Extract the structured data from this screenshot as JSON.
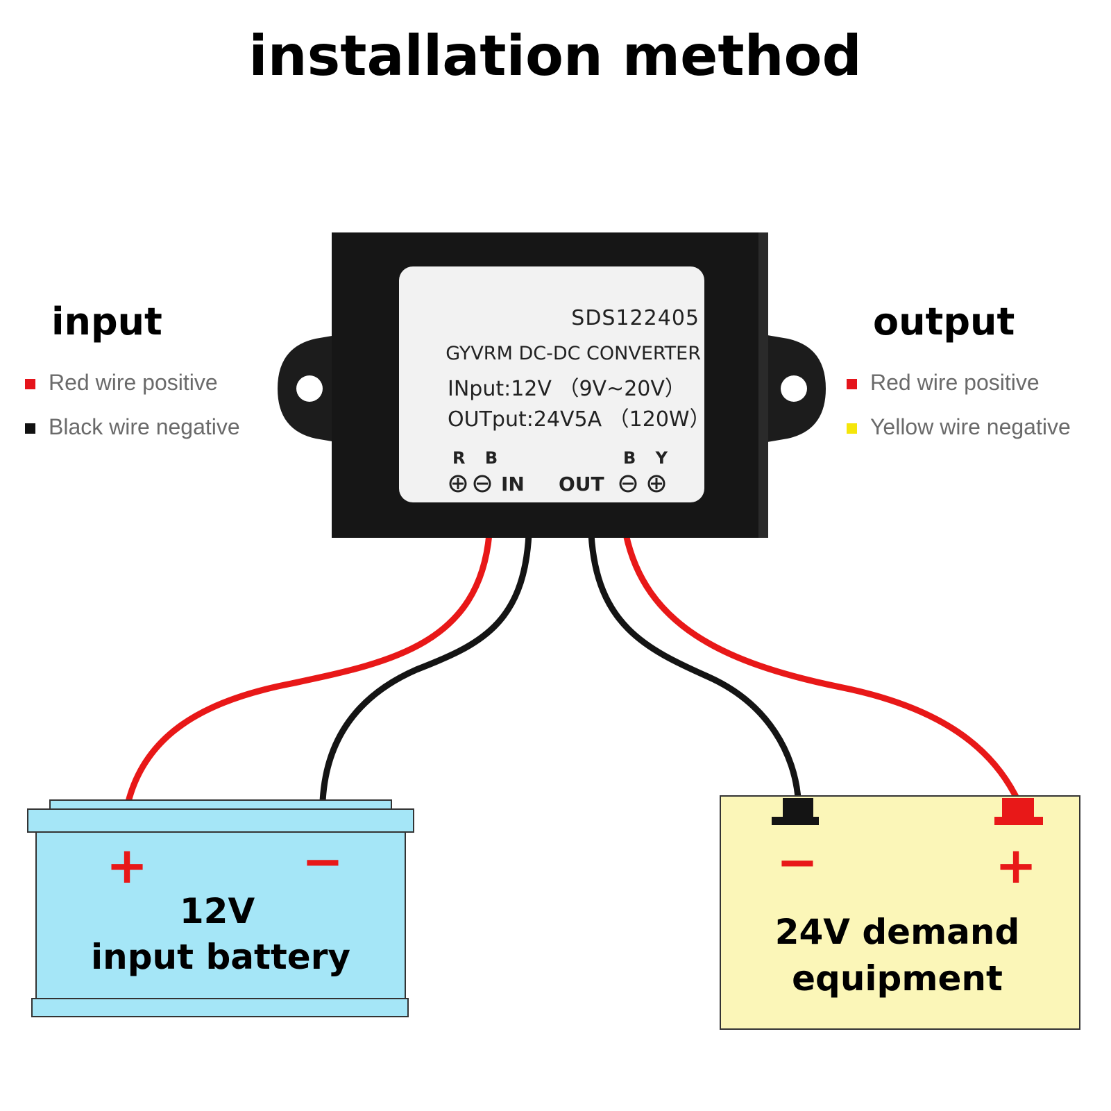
{
  "title": "installation method",
  "input_section": {
    "heading": "input",
    "items": [
      {
        "text": "Red wire positive",
        "color": "#e5141b"
      },
      {
        "text": "Black wire negative",
        "color": "#111111"
      }
    ]
  },
  "output_section": {
    "heading": "output",
    "items": [
      {
        "text": "Red wire positive",
        "color": "#e5141b"
      },
      {
        "text": "Yellow wire negative",
        "color": "#f5e60a"
      }
    ]
  },
  "converter": {
    "model": "SDS122405",
    "name": "GYVRM DC-DC  CONVERTER",
    "input_spec": "INput:12V （9V~20V）",
    "output_spec": "OUTput:24V5A （120W）",
    "in_letters": "R B",
    "in_label": "IN",
    "out_letters": "B Y",
    "out_label": "OUT"
  },
  "battery": {
    "plus": "+",
    "minus": "−",
    "line1": "12V",
    "line2": "input battery",
    "color": "#a5e6f7"
  },
  "equipment": {
    "minus": "−",
    "plus": "+",
    "line1": "24V demand",
    "line2": "equipment",
    "color": "#fbf6b8"
  },
  "colors": {
    "red_wire": "#e81818",
    "black_wire": "#141414",
    "converter_body": "#161616",
    "label_bg": "#f2f2f2"
  }
}
